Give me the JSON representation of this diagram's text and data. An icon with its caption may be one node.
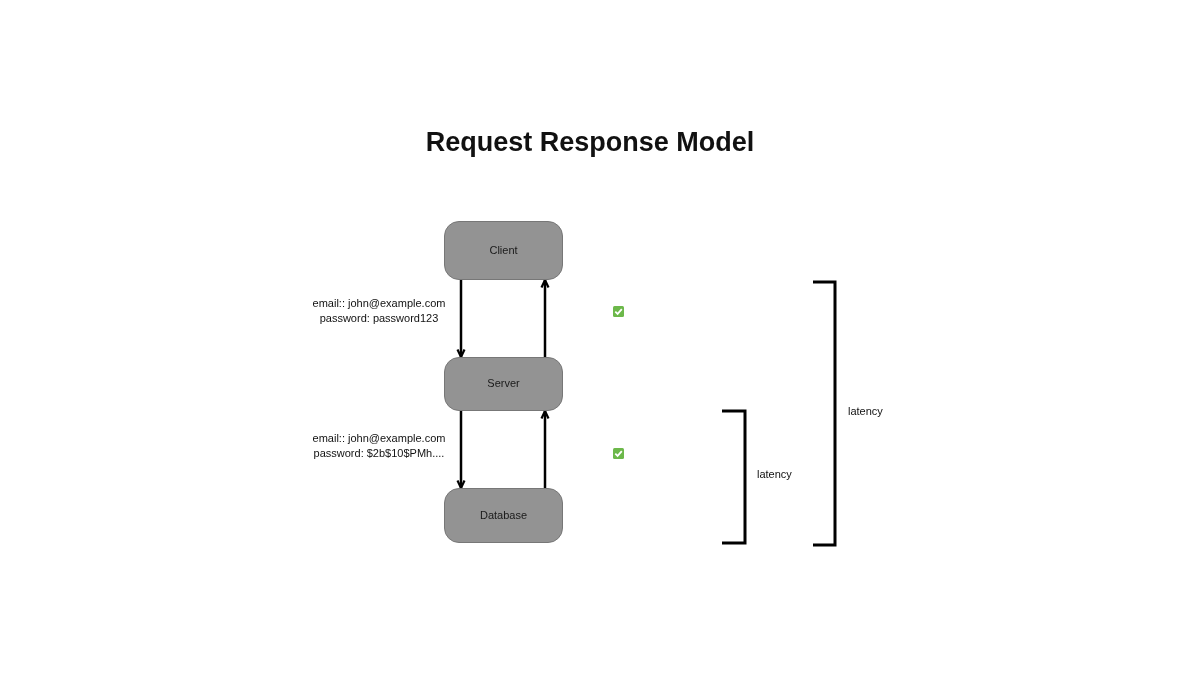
{
  "diagram": {
    "title": "Request Response Model",
    "nodes": [
      {
        "text": [
          "Client"
        ]
      },
      {
        "text": [
          "Server"
        ]
      },
      {
        "text": [
          "Database"
        ]
      }
    ],
    "edges": [
      {
        "from": 0,
        "to": 1,
        "arrow": "to",
        "label": "email:: john@example.com password: password123"
      },
      {
        "from": 1,
        "to": 0,
        "arrow": "to"
      },
      {
        "from": 1,
        "to": 2,
        "arrow": "to",
        "label": "email:: john@example.com password: $2b$10$PMh...."
      },
      {
        "from": 2,
        "to": 1,
        "arrow": "to"
      }
    ],
    "labels": [
      "latency",
      "latency"
    ]
  }
}
